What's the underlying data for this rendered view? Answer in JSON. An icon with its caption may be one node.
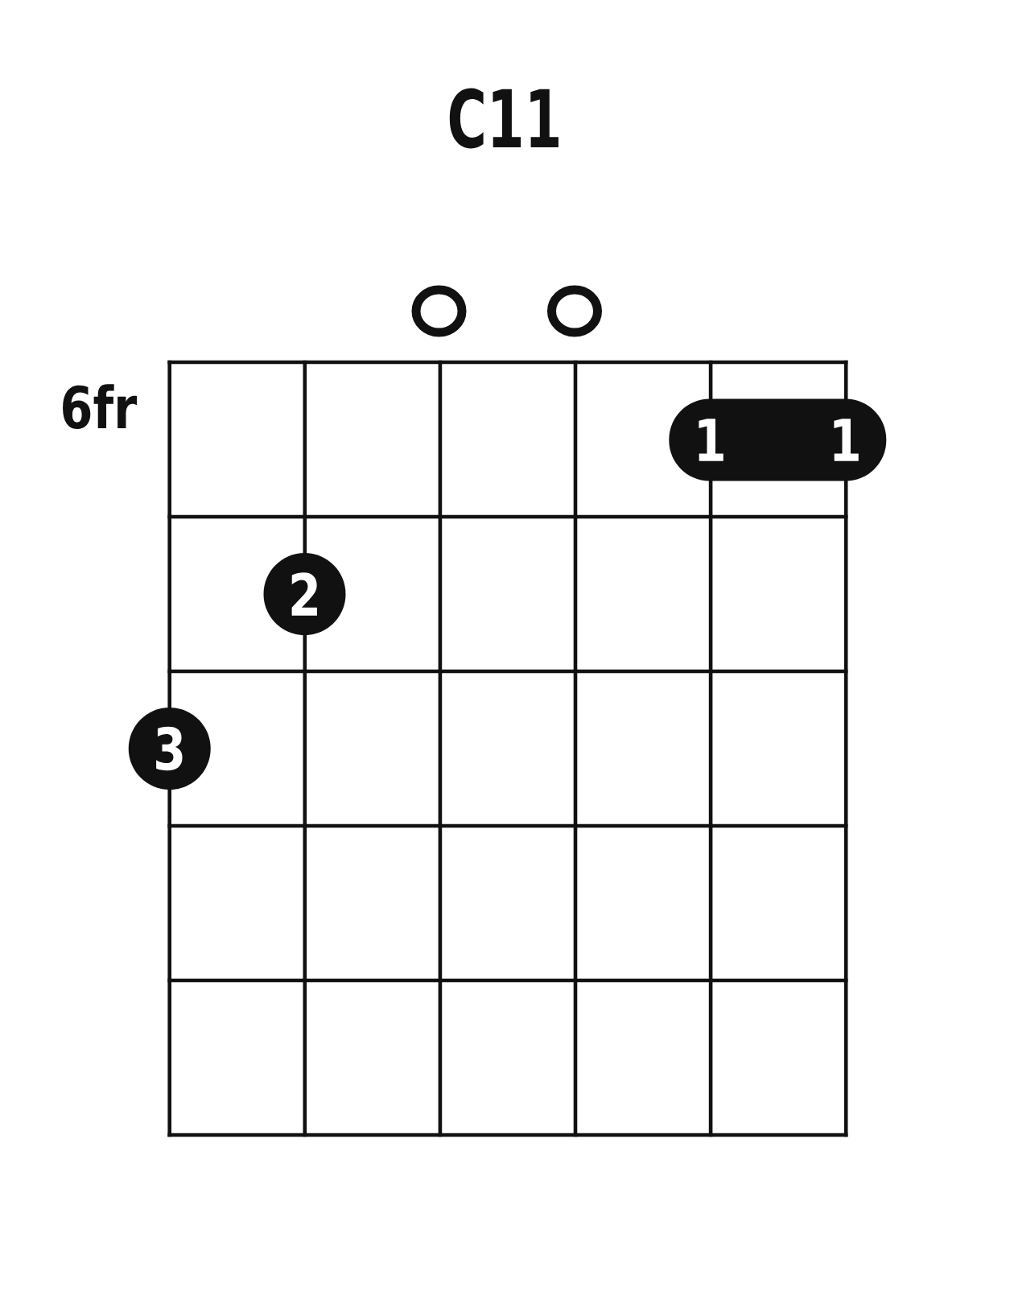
{
  "diagram": {
    "title": "C11",
    "nodes": [
      {
        "text": [],
        "shape": "circle"
      },
      {
        "text": [],
        "shape": "circle"
      },
      {
        "text": [
          "1",
          "1"
        ]
      },
      {
        "text": [
          "2"
        ]
      },
      {
        "text": [
          "3"
        ]
      }
    ],
    "labels": [
      "6fr"
    ]
  }
}
